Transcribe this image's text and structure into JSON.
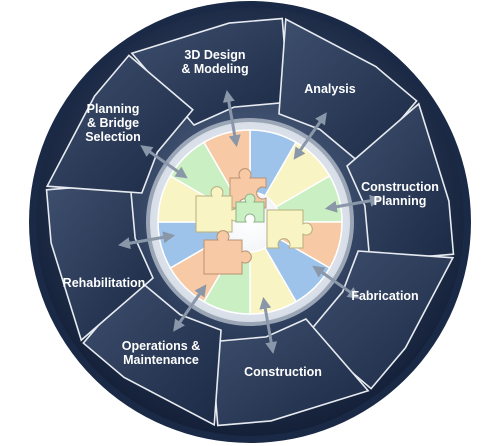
{
  "diagram": {
    "segments": [
      {
        "id": "design",
        "lines": [
          "3D Design",
          "& Modeling"
        ]
      },
      {
        "id": "analysis",
        "lines": [
          "Analysis"
        ]
      },
      {
        "id": "planning",
        "lines": [
          "Construction",
          "Planning"
        ]
      },
      {
        "id": "fabrication",
        "lines": [
          "Fabrication"
        ]
      },
      {
        "id": "construction",
        "lines": [
          "Construction"
        ]
      },
      {
        "id": "operations",
        "lines": [
          "Operations &",
          "Maintenance"
        ]
      },
      {
        "id": "rehab",
        "lines": [
          "Rehabilitation"
        ]
      },
      {
        "id": "selection",
        "lines": [
          "Planning",
          "& Bridge",
          "Selection"
        ]
      }
    ],
    "colors": {
      "segment_dark": "#1c2b45",
      "segment_light": "#4a5b7a",
      "outer_ring": "#1a2a46",
      "arrow": "#8a97a9",
      "inner_bg": "#eef2f7",
      "puzzle": [
        "#9ec3ea",
        "#f9f4c4",
        "#c9efc3",
        "#f7c9a4"
      ]
    },
    "icons": [
      "double-arrow-icon",
      "puzzle-piece-icon"
    ]
  }
}
